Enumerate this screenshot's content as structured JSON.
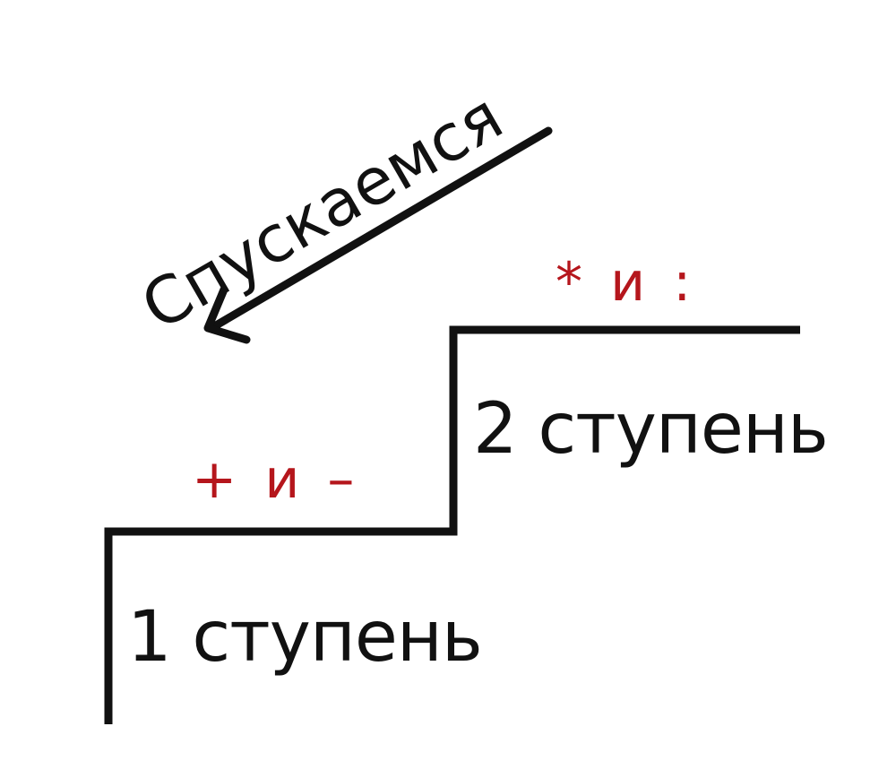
{
  "diagram": {
    "direction_label": "Спускаемся",
    "steps": [
      {
        "label": "1 ступень",
        "operators": "+ и –"
      },
      {
        "label": "2 ступень",
        "operators": "* и :"
      }
    ],
    "colors": {
      "line": "#111111",
      "text": "#111111",
      "operators": "#b5161c",
      "background": "#ffffff"
    },
    "icons": [
      "arrow-down-left-icon"
    ]
  }
}
